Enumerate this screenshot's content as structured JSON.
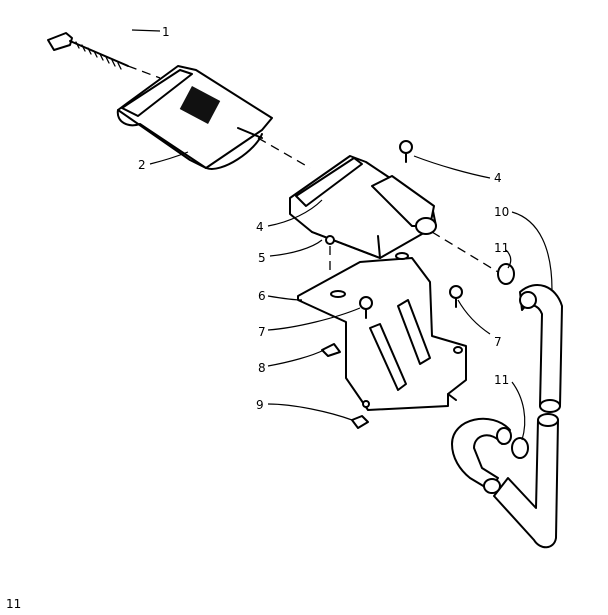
{
  "labels": {
    "l1": "1",
    "l2": "2",
    "l4a": "4",
    "l4b": "4",
    "l5": "5",
    "l6": "6",
    "l7a": "7",
    "l7b": "7",
    "l8": "8",
    "l9": "9",
    "l10": "10",
    "l11a": "11",
    "l11b": "11"
  },
  "footer": {
    "page_mark": "11"
  }
}
